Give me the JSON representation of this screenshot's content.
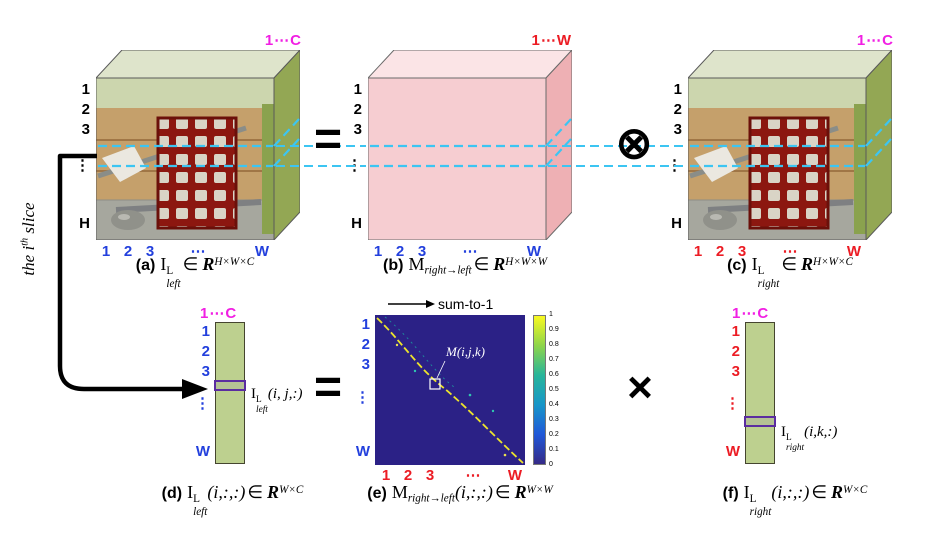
{
  "figure": "stereo view synthesis slice decomposition",
  "colors": {
    "index_blue": "#2340dd",
    "index_red": "#ec1c24",
    "channel_magenta": "#f11fe3",
    "slice_cyan": "#3cc5f2",
    "matrix_pink": "#f6cdd1",
    "strip_green": "#bdd08f",
    "heatmap_navy": "#2b2186",
    "heatmap_yellow": "#ece32c"
  },
  "cube_a": {
    "rows": [
      "1",
      "2",
      "3",
      "⋮",
      "H"
    ],
    "cols": [
      "1",
      "2",
      "3",
      "⋯",
      "W"
    ],
    "depth": "1⋯C"
  },
  "cube_b": {
    "rows": [
      "1",
      "2",
      "3",
      "⋮",
      "H"
    ],
    "cols": [
      "1",
      "2",
      "3",
      "⋯",
      "W"
    ],
    "depth": "1⋯W"
  },
  "cube_c": {
    "rows": [
      "1",
      "2",
      "3",
      "⋮",
      "H"
    ],
    "cols": [
      "1",
      "2",
      "3",
      "⋯",
      "W"
    ],
    "depth": "1⋯C"
  },
  "ops": {
    "eq1": "=",
    "otimes": "⊗",
    "eq2": "=",
    "times": "×"
  },
  "captions": {
    "a": {
      "tag": "(a)",
      "sym": "I",
      "sup": "L",
      "sub": "left",
      "in": "∈",
      "set": "R",
      "exp": "H×W×C"
    },
    "b": {
      "tag": "(b)",
      "sym": "M",
      "sub": "right→left",
      "in": "∈",
      "set": "R",
      "exp": "H×W×W"
    },
    "c": {
      "tag": "(c)",
      "sym": "I",
      "sup": "L",
      "sub": "right",
      "in": "∈",
      "set": "R",
      "exp": "H×W×C"
    },
    "d": {
      "tag": "(d)",
      "sym": "I",
      "sup": "L",
      "sub": "left",
      "args": "(i,:,:)",
      "in": "∈",
      "set": "R",
      "exp": "W×C"
    },
    "e": {
      "tag": "(e)",
      "sym": "M",
      "sub": "right→left",
      "args": "(i,:,:)",
      "in": "∈",
      "set": "R",
      "exp": "W×W"
    },
    "f": {
      "tag": "(f)",
      "sym": "I",
      "sup": "L",
      "sub": "right",
      "args": "(i,:,:)",
      "in": "∈",
      "set": "R",
      "exp": "W×C"
    }
  },
  "side_note": {
    "pre": "the ",
    "var": "i",
    "ord": "th",
    "post": " slice"
  },
  "panel_d": {
    "top": "1⋯C",
    "rows": [
      "1",
      "2",
      "3",
      "⋮",
      "W"
    ],
    "row_label": {
      "sym": "I",
      "sup": "L",
      "sub": "left",
      "args": "(i, j,:)"
    }
  },
  "panel_e": {
    "rows": [
      "1",
      "2",
      "3",
      "⋮",
      "W"
    ],
    "cols": [
      "1",
      "2",
      "3",
      "⋯",
      "W"
    ],
    "sum_note": "sum-to-1",
    "cell": "M(i,j,k)",
    "colorbar": [
      "1",
      "0.9",
      "0.8",
      "0.7",
      "0.6",
      "0.5",
      "0.4",
      "0.3",
      "0.2",
      "0.1",
      "0"
    ]
  },
  "panel_f": {
    "top": "1⋯C",
    "rows": [
      "1",
      "2",
      "3",
      "⋮",
      "W"
    ],
    "row_label": {
      "sym": "I",
      "sup": "L",
      "sub": "right",
      "args": "(i,k,:)"
    }
  }
}
